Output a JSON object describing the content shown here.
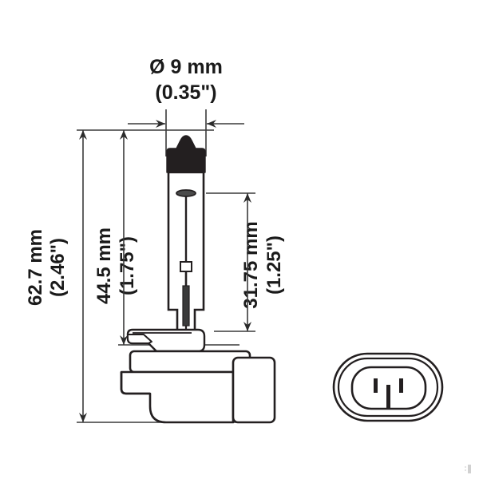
{
  "drawing": {
    "type": "technical-dimensional-drawing",
    "subject": "automotive halogen bulb 881 with connector base",
    "views": [
      "side-elevation",
      "connector-end-view"
    ],
    "line_color": "#231f20",
    "text_color": "#1a1a1a",
    "background_color": "#ffffff"
  },
  "dimensions": {
    "diameter": {
      "label_mm": "Ø 9 mm",
      "label_in": "(0.35\")",
      "orientation": "horizontal",
      "value_mm": 9,
      "value_in": 0.35
    },
    "overall_length": {
      "label_mm": "62.7  mm",
      "label_in": "(2.46\")",
      "orientation": "vertical",
      "value_mm": 62.7,
      "value_in": 2.46
    },
    "mid_length": {
      "label_mm": "44.5 mm",
      "label_in": "(1.75\")",
      "orientation": "vertical",
      "value_mm": 44.5,
      "value_in": 1.75
    },
    "glass_length": {
      "label_mm": "31.75  mm",
      "label_in": "(1.25\")",
      "orientation": "vertical",
      "value_mm": 31.75,
      "value_in": 1.25
    }
  },
  "connector_view": {
    "name": "connector-end-view",
    "outline": "rounded-rectangle-double",
    "terminal_slots": 3
  }
}
